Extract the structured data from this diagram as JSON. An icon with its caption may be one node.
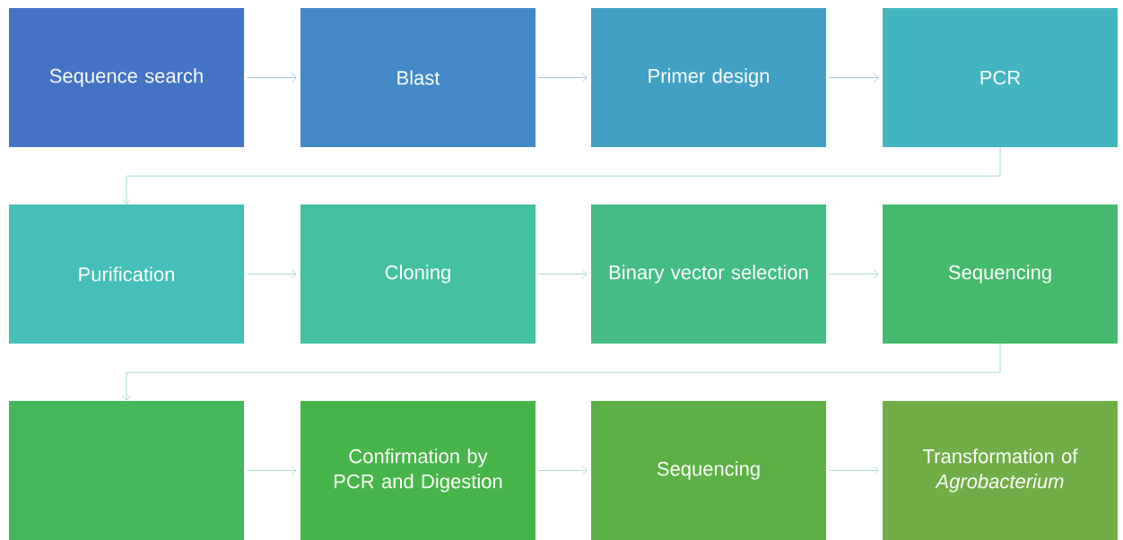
{
  "diagram": {
    "nodes": [
      {
        "text": [
          "Sequence search"
        ]
      },
      {
        "text": [
          "Blast"
        ]
      },
      {
        "text": [
          "Primer design"
        ]
      },
      {
        "text": [
          "PCR"
        ]
      },
      {
        "text": [
          "Purification"
        ]
      },
      {
        "text": [
          "Cloning"
        ]
      },
      {
        "text": [
          "Binary vector selection"
        ]
      },
      {
        "text": [
          "Sequencing"
        ]
      },
      {
        "text": [],
        "shape": "box"
      },
      {
        "text": [
          "Confirmation by PCR and Digestion"
        ]
      },
      {
        "text": [
          "Sequencing"
        ]
      },
      {
        "text": [
          "Transformation of *Agrobacterium*"
        ]
      }
    ],
    "edges": [
      {
        "from": 0,
        "to": 1,
        "arrow": "to",
        "color": "#8fb4e3"
      },
      {
        "from": 1,
        "to": 2,
        "arrow": "to",
        "color": "#8fb4e3"
      },
      {
        "from": 2,
        "to": 3,
        "arrow": "to",
        "color": "#8fb4e3"
      },
      {
        "from": 3,
        "to": 4,
        "arrow": "to"
      },
      {
        "from": 4,
        "to": 5,
        "arrow": "to"
      },
      {
        "from": 5,
        "to": 6,
        "arrow": "to"
      },
      {
        "from": 6,
        "to": 7,
        "arrow": "to"
      },
      {
        "from": 7,
        "to": 8,
        "arrow": "to"
      },
      {
        "from": 8,
        "to": 9,
        "arrow": "to"
      },
      {
        "from": 9,
        "to": 10,
        "arrow": "to"
      },
      {
        "from": 10,
        "to": 11,
        "arrow": "to"
      }
    ]
  }
}
